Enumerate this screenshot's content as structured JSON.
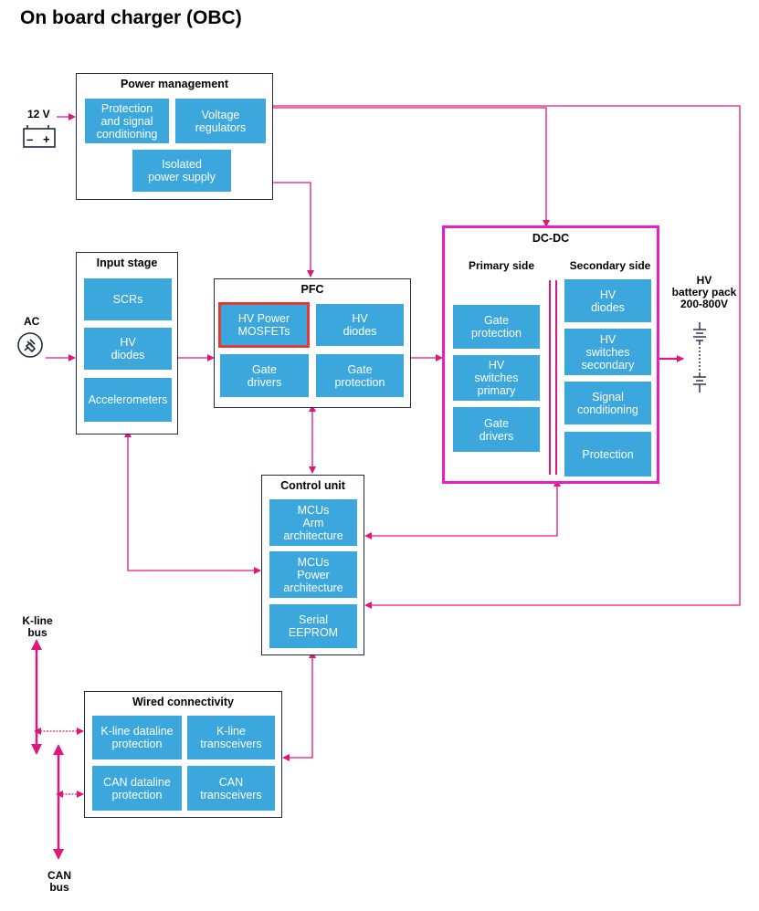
{
  "title": "On board charger (OBC)",
  "colors": {
    "block": "#3ba7dc",
    "line": "#e0177a",
    "border": "#1f2a44",
    "highlight": "#e53935",
    "dcdc_border": "#e91ec8"
  },
  "power_management": {
    "title": "Power management",
    "protection": "Protection\nand signal\nconditioning",
    "voltage_regulators": "Voltage\nregulators",
    "isolated_supply": "Isolated\npower supply"
  },
  "battery_12v": {
    "label": "12 V",
    "icon": "battery-icon",
    "minus": "–",
    "plus": "+"
  },
  "ac": {
    "label": "AC",
    "icon": "ac-plug-icon"
  },
  "input_stage": {
    "title": "Input stage",
    "scrs": "SCRs",
    "hv_diodes": "HV\ndiodes",
    "accelerometers": "Accelerometers"
  },
  "pfc": {
    "title": "PFC",
    "mosfets": "HV Power\nMOSFETs",
    "hv_diodes": "HV\ndiodes",
    "gate_drivers": "Gate\ndrivers",
    "gate_protection": "Gate\nprotection"
  },
  "dcdc": {
    "title": "DC-DC",
    "primary_title": "Primary side",
    "secondary_title": "Secondary side",
    "primary": {
      "gate_protection": "Gate\nprotection",
      "hv_switches": "HV\nswitches\nprimary",
      "gate_drivers": "Gate\ndrivers"
    },
    "secondary": {
      "hv_diodes": "HV\ndiodes",
      "hv_switches": "HV\nswitches\nsecondary",
      "signal_conditioning": "Signal\nconditioning",
      "protection": "Protection"
    }
  },
  "hv_battery": {
    "label": "HV\nbattery pack\n200-800V",
    "icon": "hv-battery-icon"
  },
  "control_unit": {
    "title": "Control unit",
    "mcu_arm": "MCUs\nArm\narchitecture",
    "mcu_power": "MCUs\nPower\narchitecture",
    "eeprom": "Serial\nEEPROM"
  },
  "wired": {
    "title": "Wired connectivity",
    "kline_protection": "K-line dataline\nprotection",
    "kline_transceivers": "K-line\ntransceivers",
    "can_protection": "CAN dataline\nprotection",
    "can_transceivers": "CAN\ntransceivers"
  },
  "kline_bus": {
    "label": "K-line\nbus"
  },
  "can_bus": {
    "label": "CAN\nbus"
  }
}
